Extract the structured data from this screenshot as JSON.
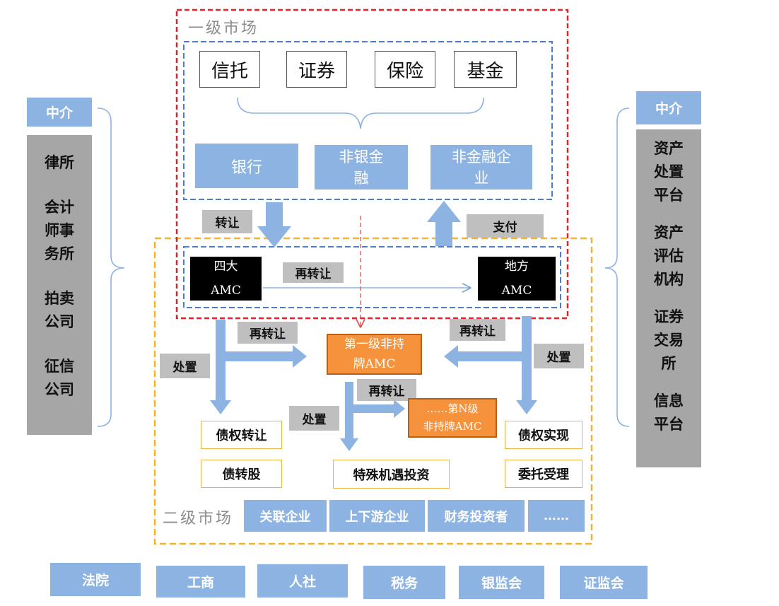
{
  "primary_market": {
    "title": "一级市场",
    "top_institutions": [
      "信托",
      "证券",
      "保险",
      "基金"
    ],
    "holders": [
      "银行",
      "非银金\n融",
      "非金融企\n业"
    ],
    "transfer_label": "转让",
    "payment_label": "支付"
  },
  "amc_row": {
    "big_four": "四大\nAMC",
    "local": "地方\nAMC",
    "retransfer_label": "再转让"
  },
  "secondary_market": {
    "title": "二级市场",
    "first_tier": "第一级非持\n牌AMC",
    "nth_tier": "……第N级\n非持牌AMC",
    "retransfer_left": "再转让",
    "retransfer_right": "再转让",
    "retransfer_mid": "再转让",
    "dispose_left": "处置",
    "dispose_right": "处置",
    "dispose_mid": "处置",
    "outcomes_left": [
      "债权转让",
      "债转股"
    ],
    "outcome_mid": "特殊机遇投资",
    "outcomes_right": [
      "债权实现",
      "委托受理"
    ],
    "investors": [
      "关联企业",
      "上下游企业",
      "财务投资者",
      "……"
    ]
  },
  "intermediaries_left": {
    "header": "中介",
    "items": [
      "律所",
      "会计\n师事\n务所",
      "拍卖\n公司",
      "征信\n公司"
    ]
  },
  "intermediaries_right": {
    "header": "中介",
    "items": [
      "资产\n处置\n平台",
      "资产\n评估\n机构",
      "证券\n交易\n所",
      "信息\n平台"
    ]
  },
  "regulators": [
    "法院",
    "工商",
    "人社",
    "税务",
    "银监会",
    "证监会"
  ],
  "colors": {
    "primary_border": "#e8202a",
    "secondary_border": "#f4b32e",
    "inner_border": "#4a7fc8",
    "arrow": "#8db3e2",
    "box_blue": "#8db3e2",
    "label_gray": "#bfbfbf",
    "amc_black": "#000000",
    "unlicensed_orange": "#f7923c"
  }
}
